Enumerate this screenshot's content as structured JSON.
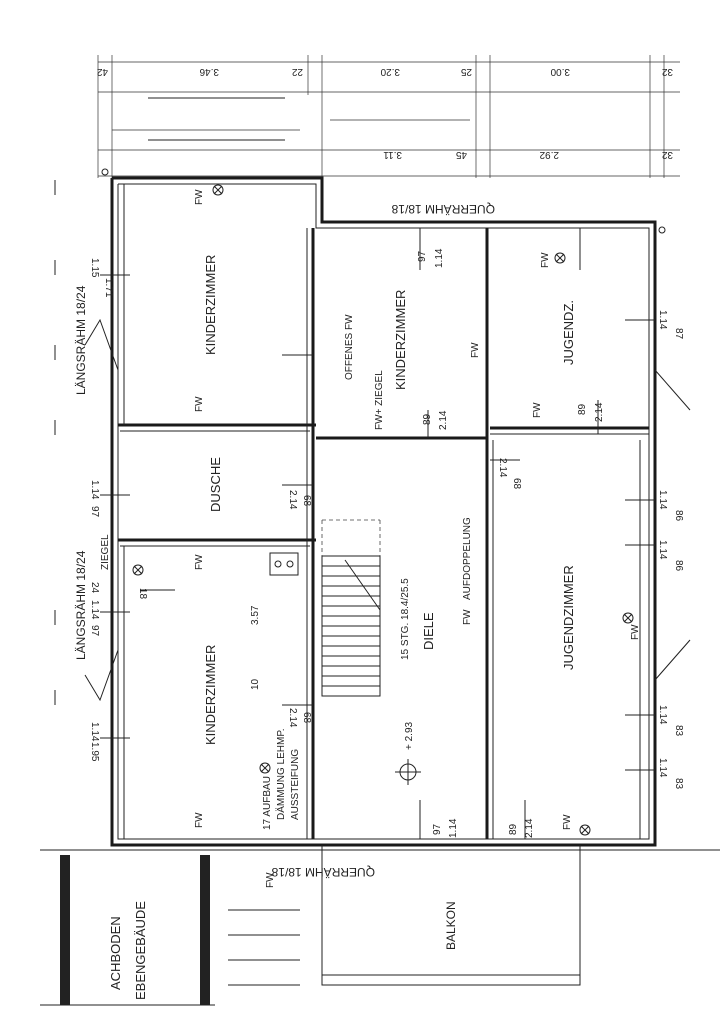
{
  "rooms": {
    "kinderzimmer_top": "KINDERZIMMER",
    "kinderzimmer_middle": "KINDERZIMMER",
    "kinderzimmer_bottom": "KINDERZIMMER",
    "jugendzimmer_small": "JUGENDZ.",
    "jugendzimmer_large": "JUGENDZIMMER",
    "dusche": "DUSCHE",
    "diele": "DIELE",
    "balkon": "BALKON",
    "dachboden": "ACHBODEN",
    "nebengebaeude": "EBENGEBÄUDE"
  },
  "beams": {
    "querrahm_top": "QUERRÄHM 18/18",
    "querrahm_bottom": "QUERRÄHM 18/18",
    "laengsrahm_upper": "LÄNGSRÄHM 18/24",
    "laengsrahm_lower": "LÄNGSRÄHM 18/24"
  },
  "labels": {
    "fw": "FW",
    "offenes_fw": "OFFENES FW",
    "fw_ziegel": "FW+ ZIEGEL",
    "ziegel": "ZIEGEL",
    "aufdoppelung": "AUFDOPPELUNG",
    "stair": "15 STG. 18.4/25.5",
    "elevation": "+ 2.93",
    "aufbau_1": "17 AUFBAU",
    "aufbau_2": "DÄMMUNG LEHMP.",
    "aufbau_3": "AUSSTEIFUNG"
  },
  "dimensions": {
    "top_row": [
      "42",
      "3.46",
      "22",
      "3.20",
      "25",
      "3.00",
      "32"
    ],
    "second_row": [
      "3.11",
      "45",
      "2.92",
      "32"
    ],
    "left_top": [
      "1.15",
      "1.71"
    ],
    "left_mid": [
      "1.14",
      "97"
    ],
    "left_low": [
      "24",
      "1.14",
      "97"
    ],
    "left_bottom": [
      "1.14",
      "1.95"
    ],
    "door_97": "97",
    "door_114": "1.14",
    "door_89": "89",
    "door_214": "2.14",
    "door_68": "68",
    "right_86": "86",
    "right_83": "83",
    "right_114": "1.14",
    "right_87": "87",
    "height_357": "3.57",
    "height_10": "10",
    "num_18": "18"
  }
}
